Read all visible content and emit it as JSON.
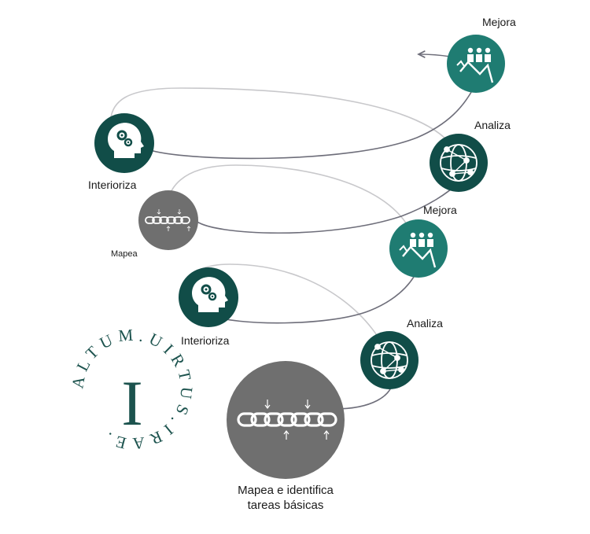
{
  "colors": {
    "teal_dark": "#114d48",
    "teal_light": "#1f7c72",
    "grey": "#6f6f6f",
    "spiral_dark": "#6e6e7a",
    "spiral_light": "#c6c6c9",
    "logo": "#1c534e"
  },
  "steps": [
    {
      "id": "mapea-large",
      "label": "Mapea e identifica\ntareas básicas",
      "icon": "chain-icon",
      "color": "grey"
    },
    {
      "id": "analiza-1",
      "label": "Analiza",
      "icon": "globe-network-icon",
      "color": "teal_dark"
    },
    {
      "id": "interioriza-1",
      "label": "Interioriza",
      "icon": "head-gears-icon",
      "color": "teal_dark"
    },
    {
      "id": "mejora-1",
      "label": "Mejora",
      "icon": "growth-people-icon",
      "color": "teal_light"
    },
    {
      "id": "mapea-small",
      "label": "Mapea",
      "icon": "chain-icon",
      "color": "grey"
    },
    {
      "id": "analiza-2",
      "label": "Analiza",
      "icon": "globe-network-icon",
      "color": "teal_dark"
    },
    {
      "id": "interioriza-2",
      "label": "Interioriza",
      "icon": "head-gears-icon",
      "color": "teal_dark"
    },
    {
      "id": "mejora-2",
      "label": "Mejora",
      "icon": "growth-people-icon",
      "color": "teal_light"
    }
  ],
  "logo": {
    "letter": "I",
    "ring_text": "ALTUM.UIRTUS.IRAE."
  }
}
